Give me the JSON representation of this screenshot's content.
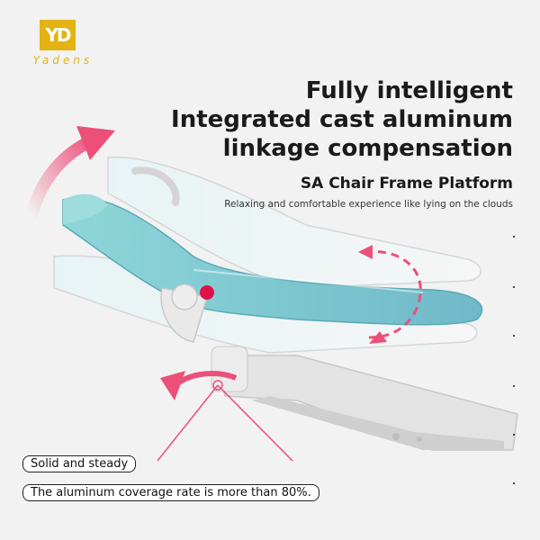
{
  "logo": {
    "mark_text": "YD",
    "wordmark": "Yadens",
    "color": "#e2b313"
  },
  "headline": {
    "line1": "Fully intelligent",
    "line2": "Integrated cast aluminum",
    "line3": "linkage compensation"
  },
  "subhead": "SA Chair Frame Platform",
  "caption": "Relaxing and comfortable experience like lying on the clouds",
  "features": [
    "Solid and steady",
    "The aluminum coverage rate is more than 80%."
  ],
  "colors": {
    "accent": "#ec4f7a",
    "upholstery": "#8ed6d8",
    "frame": "#d9d9d9",
    "background": "#f2f2f2"
  }
}
